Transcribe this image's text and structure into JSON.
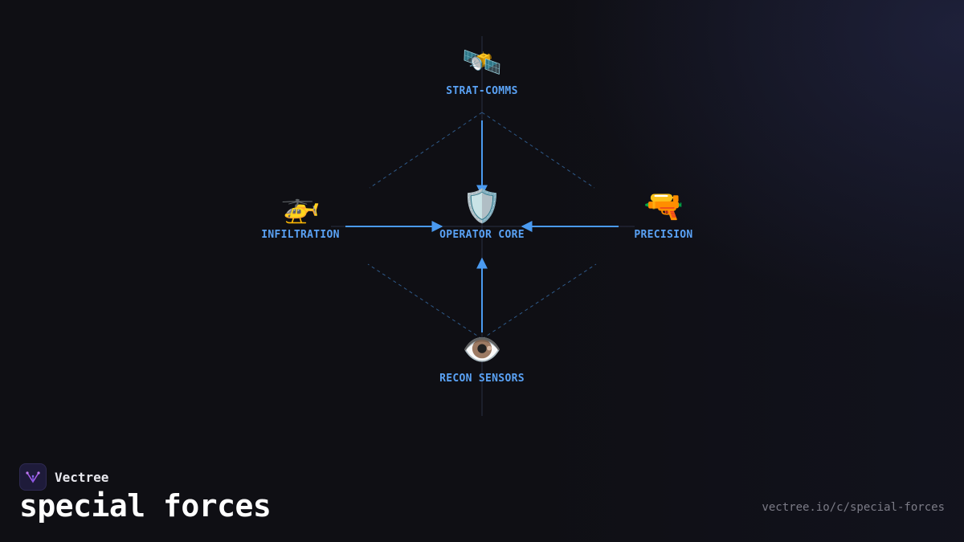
{
  "diagram": {
    "nodes": [
      {
        "id": "strat-comms",
        "label": "STRAT-COMMS",
        "icon": "🛰️",
        "icon_name": "satellite-icon"
      },
      {
        "id": "infiltration",
        "label": "INFILTRATION",
        "icon": "🚁",
        "icon_name": "helicopter-icon"
      },
      {
        "id": "operator-core",
        "label": "OPERATOR CORE",
        "icon": "🛡️",
        "icon_name": "shield-icon"
      },
      {
        "id": "precision",
        "label": "PRECISION",
        "icon": "🔫",
        "icon_name": "water-pistol-icon"
      },
      {
        "id": "recon-sensors",
        "label": "RECON SENSORS",
        "icon": "👁️",
        "icon_name": "eye-icon"
      }
    ],
    "edges": [
      {
        "from": "strat-comms",
        "to": "operator-core"
      },
      {
        "from": "infiltration",
        "to": "operator-core"
      },
      {
        "from": "precision",
        "to": "operator-core"
      },
      {
        "from": "recon-sensors",
        "to": "operator-core"
      }
    ],
    "colors": {
      "accent": "#4a9af0",
      "label": "#5aa2f5",
      "dashed": "#2f5a8a",
      "background": "#0f0f14"
    }
  },
  "brand": {
    "name": "Vectree",
    "logo_icon": "vectree-logo-icon"
  },
  "page": {
    "title": "special forces",
    "url": "vectree.io/c/special-forces"
  }
}
